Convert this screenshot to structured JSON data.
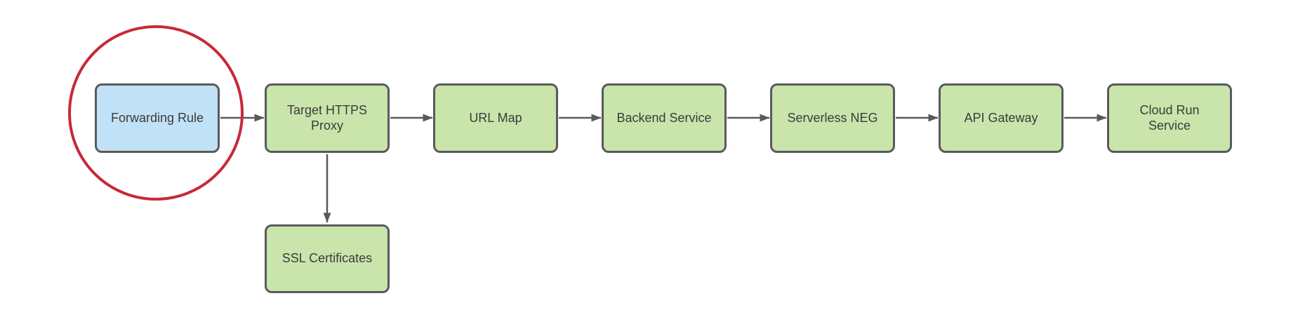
{
  "diagram": {
    "type": "flowchart",
    "background": "#ffffff",
    "nodes": [
      {
        "id": "forwarding-rule",
        "label": "Forwarding Rule",
        "fill": "#c1e2f6",
        "border": "#595a5c",
        "highlighted": true
      },
      {
        "id": "target-https-proxy",
        "label": "Target HTTPS Proxy",
        "fill": "#c9e5ab",
        "border": "#595a5c",
        "highlighted": false
      },
      {
        "id": "url-map",
        "label": "URL Map",
        "fill": "#c9e5ab",
        "border": "#595a5c",
        "highlighted": false
      },
      {
        "id": "backend-service",
        "label": "Backend Service",
        "fill": "#c9e5ab",
        "border": "#595a5c",
        "highlighted": false
      },
      {
        "id": "serverless-neg",
        "label": "Serverless NEG",
        "fill": "#c9e5ab",
        "border": "#595a5c",
        "highlighted": false
      },
      {
        "id": "api-gateway",
        "label": "API Gateway",
        "fill": "#c9e5ab",
        "border": "#595a5c",
        "highlighted": false
      },
      {
        "id": "cloud-run-service",
        "label": "Cloud Run Service",
        "fill": "#c9e5ab",
        "border": "#595a5c",
        "highlighted": false
      },
      {
        "id": "ssl-certificates",
        "label": "SSL Certificates",
        "fill": "#c9e5ab",
        "border": "#595a5c",
        "highlighted": false
      }
    ],
    "edges": [
      {
        "from": "forwarding-rule",
        "to": "target-https-proxy",
        "direction": "right"
      },
      {
        "from": "target-https-proxy",
        "to": "url-map",
        "direction": "right"
      },
      {
        "from": "url-map",
        "to": "backend-service",
        "direction": "right"
      },
      {
        "from": "backend-service",
        "to": "serverless-neg",
        "direction": "right"
      },
      {
        "from": "serverless-neg",
        "to": "api-gateway",
        "direction": "right"
      },
      {
        "from": "api-gateway",
        "to": "cloud-run-service",
        "direction": "right"
      },
      {
        "from": "target-https-proxy",
        "to": "ssl-certificates",
        "direction": "down"
      }
    ],
    "annotation": {
      "shape": "ellipse",
      "around": "forwarding-rule",
      "color": "#c7293b"
    },
    "colors": {
      "node_green": "#c9e5ab",
      "node_blue": "#c1e2f6",
      "node_border": "#595a5c",
      "arrow": "#58595b",
      "text": "#3b3b3b",
      "highlight_red": "#c7293b"
    }
  }
}
